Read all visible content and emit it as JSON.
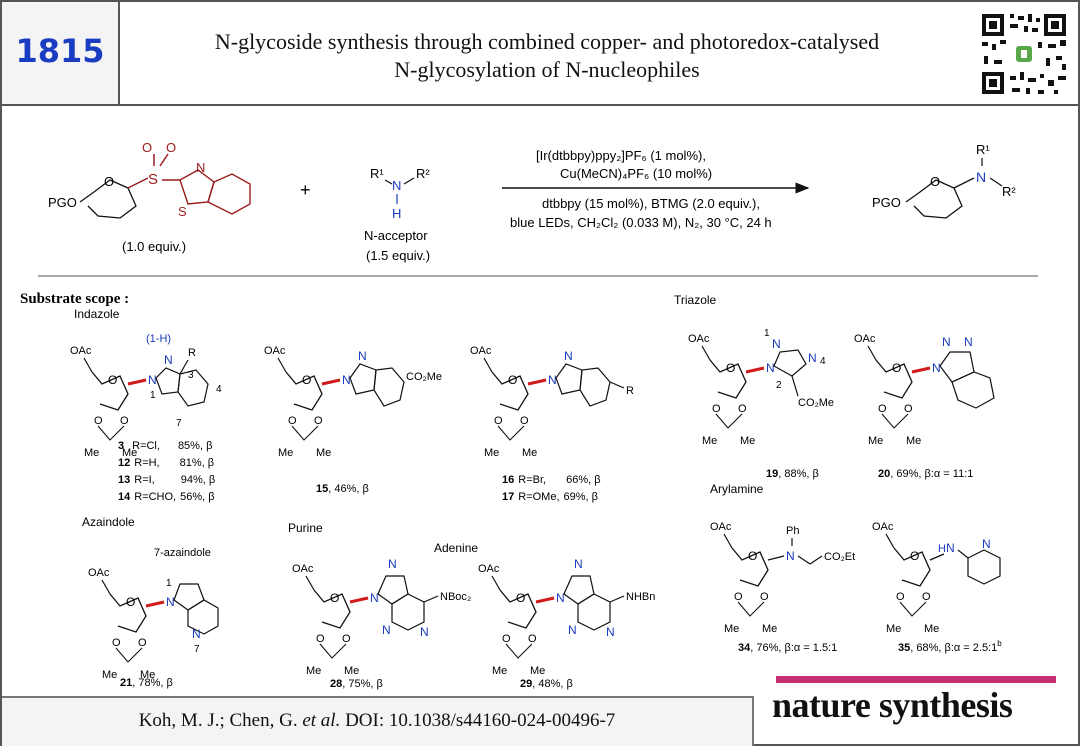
{
  "header": {
    "number": "1815",
    "title_line1": "N-glycoside synthesis through combined copper- and photoredox-catalysed",
    "title_line2": "N-glycosylation of N-nucleophiles"
  },
  "scheme": {
    "donor_equiv": "(1.0 equiv.)",
    "plus": "+",
    "acceptor_label": "N-acceptor",
    "acceptor_equiv": "(1.5 equiv.)",
    "cond_1": "[Ir(dtbbpy)ppy₂]PF₆ (1 mol%),",
    "cond_2": "Cu(MeCN)₄PF₆ (10 mol%)",
    "cond_3": "dtbbpy (15 mol%), BTMG (2.0 equiv.),",
    "cond_4": "blue LEDs, CH₂Cl₂ (0.033 M), N₂, 30 °C, 24 h",
    "pgo": "PGO",
    "o": "O",
    "s": "S",
    "n": "N",
    "h": "H",
    "r1": "R¹",
    "r2": "R²"
  },
  "scope": {
    "heading": "Substrate scope :",
    "indazole": "Indazole",
    "triazole": "Triazole",
    "azaindole": "Azaindole",
    "purine": "Purine",
    "adenine": "Adenine",
    "arylamine": "Arylamine",
    "seven_azaindole": "7-azaindole",
    "one_h": "(1-H)",
    "oac": "OAc",
    "me": "Me",
    "r": "R",
    "co2me": "CO₂Me",
    "co2et": "CO₂Et",
    "nboc2": "NBoc₂",
    "nhbn": "NHBn",
    "ph": "Ph",
    "nh": "H",
    "n": "N",
    "nn": "N",
    "o": "O",
    "numbering": {
      "n1": "1",
      "n2": "2",
      "n3": "3",
      "n4": "4",
      "n7": "7"
    },
    "entries_3": [
      {
        "id": "3",
        "text": "R=Cl,",
        "yield": "85%, β"
      },
      {
        "id": "12",
        "text": "R=H,",
        "yield": "81%, β"
      },
      {
        "id": "13",
        "text": "R=I,",
        "yield": "94%, β"
      },
      {
        "id": "14",
        "text": "R=CHO,",
        "yield": "56%, β"
      }
    ],
    "c15": {
      "id": "15",
      "text": ", 46%, β"
    },
    "entries_16": [
      {
        "id": "16",
        "text": "R=Br,",
        "yield": "66%, β"
      },
      {
        "id": "17",
        "text": "R=OMe,",
        "yield": "69%, β"
      }
    ],
    "c19": {
      "id": "19",
      "text": ", 88%, β"
    },
    "c20": {
      "id": "20",
      "text": ", 69%, β:α = 11:1"
    },
    "c21": {
      "id": "21",
      "text": ", 78%, β"
    },
    "c28": {
      "id": "28",
      "text": ", 75%, β"
    },
    "c29": {
      "id": "29",
      "text": ", 48%, β"
    },
    "c34": {
      "id": "34",
      "text": ", 76%, β:α = 1.5:1"
    },
    "c35": {
      "id": "35",
      "text": ", 68%, β:α = 2.5:1",
      "sup": "b"
    }
  },
  "footer": {
    "citation_authors": "Koh, M. J.; Chen, G. ",
    "citation_etal": "et al.",
    "citation_doi": " DOI: 10.1038/s44160-024-00496-7",
    "journal": "nature synthesis"
  },
  "colors": {
    "accent_blue": "#1a3cc0",
    "sulfone_red": "#9b1c1c",
    "bond_red": "#d11a1a",
    "journal_bar": "#c72f73"
  }
}
